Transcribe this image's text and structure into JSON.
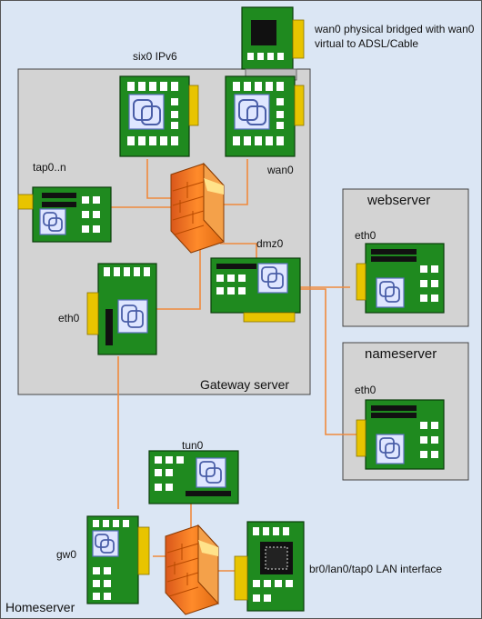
{
  "labels": {
    "wan0_note": "wan0 physical bridged with wan0 virtual to ADSL/Cable",
    "six0": "six0 IPv6",
    "tap0": "tap0..n",
    "wan0": "wan0",
    "dmz0": "dmz0",
    "eth0_gw": "eth0",
    "gateway_server": "Gateway server",
    "webserver": "webserver",
    "eth0_web": "eth0",
    "nameserver": "nameserver",
    "eth0_ns": "eth0",
    "tun0": "tun0",
    "gw0": "gw0",
    "br0": "br0/lan0/tap0 LAN interface",
    "homeserver": "Homeserver"
  },
  "colors": {
    "background": "#dbe6f4",
    "server_box": "#d3d3d3",
    "pcb": "#1f8a1f",
    "pins": "#e8c400",
    "link": "#f08a3c",
    "firewall": "#ff7a1a"
  },
  "icons": [
    "network-card-icon",
    "chip-icon",
    "firewall-icon"
  ]
}
